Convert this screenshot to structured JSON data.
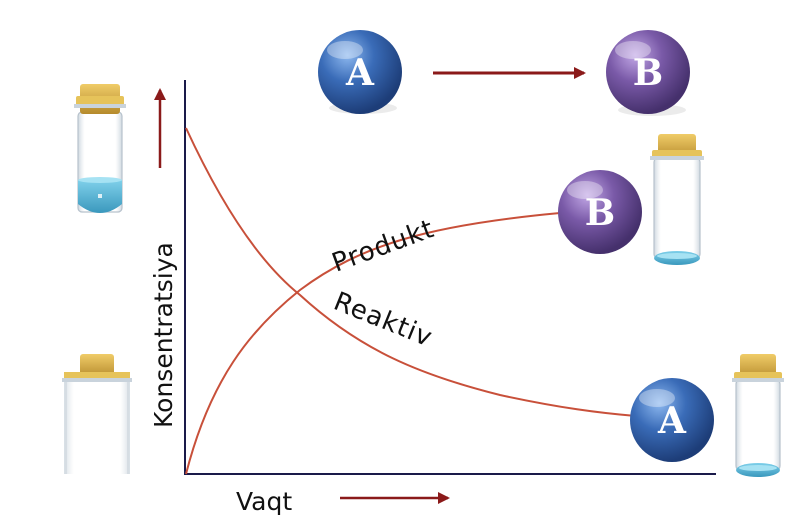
{
  "equation": {
    "reactant": "A",
    "product": "B"
  },
  "axes": {
    "y_label": "Konsentratsiya",
    "x_label": "Vaqt"
  },
  "curves": {
    "product_label": "Produkt",
    "reactant_label": "Reaktiv"
  },
  "markers": {
    "product_ball": "B",
    "reactant_ball": "A"
  },
  "colors": {
    "reactant_ball": "#3a6cb8",
    "product_ball": "#7a5aa8",
    "arrow": "#8b1a1a",
    "curve": "#c8503a",
    "axis": "#1a1a4a",
    "liquid": "#5bb8d6",
    "cork": "#d9b24a"
  },
  "icons": [
    "test-tube-icon",
    "arrow-icon",
    "molecule-ball-icon"
  ]
}
